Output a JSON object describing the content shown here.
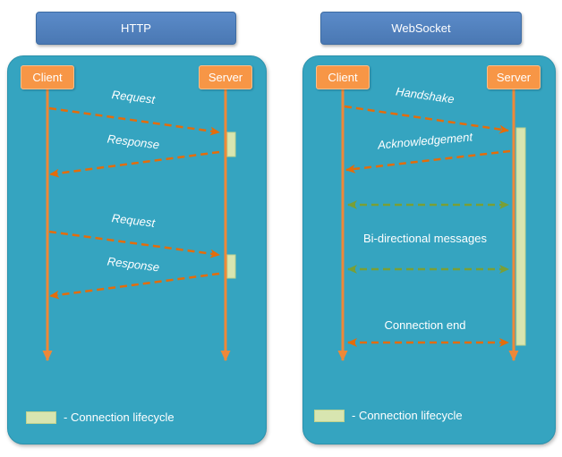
{
  "http_panel": {
    "title": "HTTP",
    "client_label": "Client",
    "server_label": "Server",
    "messages": {
      "request1": "Request",
      "response1": "Response",
      "request2": "Request",
      "response2": "Response"
    },
    "legend_label": "- Connection lifecycle"
  },
  "websocket_panel": {
    "title": "WebSocket",
    "client_label": "Client",
    "server_label": "Server",
    "messages": {
      "handshake": "Handshake",
      "acknowledgement": "Acknowledgement",
      "bidirectional": "Bi-directional messages",
      "connection_end": "Connection end"
    },
    "legend_label": "- Connection lifecycle"
  },
  "colors": {
    "header_blue": "#4F81BD",
    "panel_teal": "#35A4C0",
    "actor_orange": "#F79646",
    "arrow_orange": "#E46C0A",
    "lifeline_orange": "#EE8838",
    "arrow_green": "#7A9F35",
    "lifecycle_green": "#D8E5B0"
  }
}
